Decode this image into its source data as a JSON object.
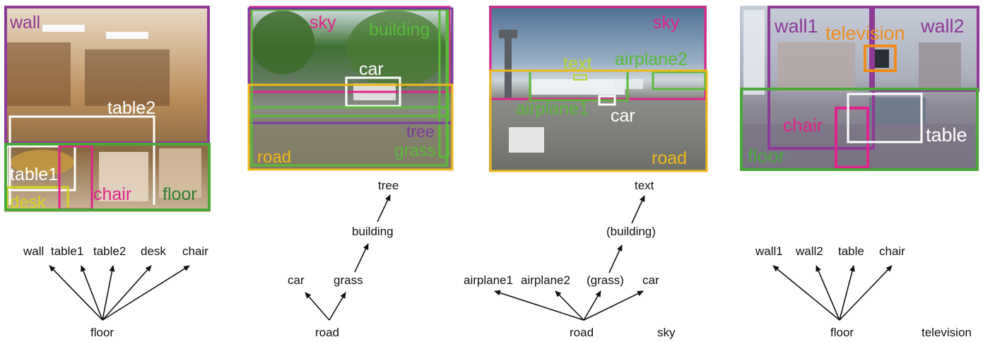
{
  "panels": [
    {
      "id": "bookstore",
      "boxes": [
        {
          "label": "wall",
          "color": "#8e3a96"
        },
        {
          "label": "table2",
          "color": "#ffffff"
        },
        {
          "label": "table1",
          "color": "#ffffff"
        },
        {
          "label": "desk",
          "color": "#d4d41e"
        },
        {
          "label": "chair",
          "color": "#e0238a"
        },
        {
          "label": "floor",
          "color": "#4aa83a"
        }
      ],
      "tree": {
        "nodes": [
          "wall",
          "table1",
          "table2",
          "desk",
          "chair",
          "floor"
        ],
        "edges": [
          [
            "floor",
            "wall"
          ],
          [
            "floor",
            "table1"
          ],
          [
            "floor",
            "table2"
          ],
          [
            "floor",
            "desk"
          ],
          [
            "floor",
            "chair"
          ]
        ]
      }
    },
    {
      "id": "street",
      "boxes": [
        {
          "label": "sky",
          "color": "#e0238a"
        },
        {
          "label": "building",
          "color": "#5aba3a"
        },
        {
          "label": "car",
          "color": "#ffffff"
        },
        {
          "label": "tree",
          "color": "#7a3aa0"
        },
        {
          "label": "grass",
          "color": "#5aba3a"
        },
        {
          "label": "road",
          "color": "#f0b81a"
        }
      ],
      "tree": {
        "nodes": [
          "tree",
          "building",
          "car",
          "grass",
          "road"
        ],
        "edges": [
          [
            "road",
            "car"
          ],
          [
            "road",
            "grass"
          ],
          [
            "grass",
            "building"
          ],
          [
            "building",
            "tree"
          ]
        ]
      }
    },
    {
      "id": "airport",
      "boxes": [
        {
          "label": "sky",
          "color": "#e0238a"
        },
        {
          "label": "text",
          "color": "#b8d830"
        },
        {
          "label": "airplane2",
          "color": "#5aba3a"
        },
        {
          "label": "airplane1",
          "color": "#5aba3a"
        },
        {
          "label": "car",
          "color": "#ffffff"
        },
        {
          "label": "road",
          "color": "#f0b81a"
        }
      ],
      "tree": {
        "nodes": [
          "text",
          "(building)",
          "airplane1",
          "airplane2",
          "(grass)",
          "car",
          "road",
          "sky"
        ],
        "edges": [
          [
            "road",
            "airplane1"
          ],
          [
            "road",
            "airplane2"
          ],
          [
            "road",
            "(grass)"
          ],
          [
            "road",
            "car"
          ],
          [
            "(grass)",
            "(building)"
          ],
          [
            "(building)",
            "text"
          ]
        ]
      }
    },
    {
      "id": "livingroom",
      "boxes": [
        {
          "label": "wall1",
          "color": "#8e3a96"
        },
        {
          "label": "wall2",
          "color": "#8e3a96"
        },
        {
          "label": "television",
          "color": "#f08c1e"
        },
        {
          "label": "chair",
          "color": "#e0238a"
        },
        {
          "label": "table",
          "color": "#ffffff"
        },
        {
          "label": "floor",
          "color": "#4aa83a"
        }
      ],
      "tree": {
        "nodes": [
          "wall1",
          "wall2",
          "table",
          "chair",
          "floor",
          "television"
        ],
        "edges": [
          [
            "floor",
            "wall1"
          ],
          [
            "floor",
            "wall2"
          ],
          [
            "floor",
            "table"
          ],
          [
            "floor",
            "chair"
          ]
        ]
      }
    }
  ]
}
